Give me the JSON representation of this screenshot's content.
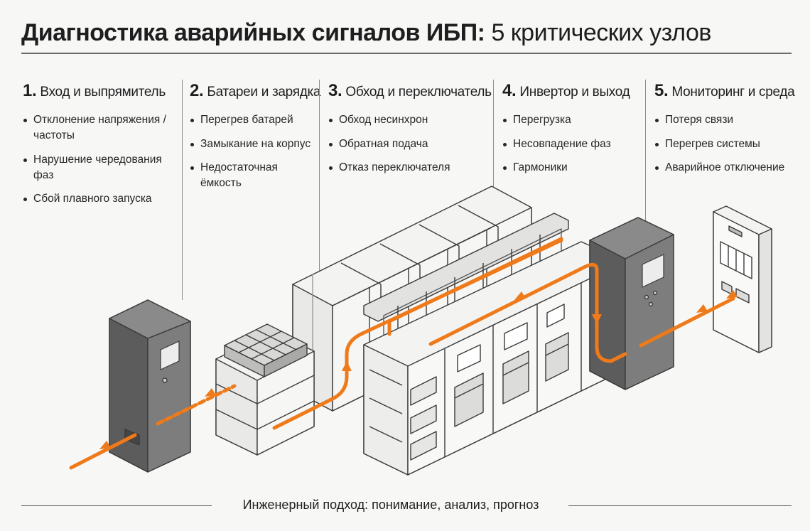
{
  "title": {
    "main": "Диагностика аварийных сигналов ИБП:",
    "secondary": "5 критических узлов"
  },
  "columns": [
    {
      "number": "1.",
      "heading": "Вход и выпрямитель",
      "bullets": [
        "Отклонение напряжения / частоты",
        "Нарушение чередования фаз",
        "Сбой плавного запуска"
      ]
    },
    {
      "number": "2.",
      "heading": "Батареи и зарядка",
      "bullets": [
        "Перегрев батарей",
        "Замыкание на корпус",
        "Недостаточная ёмкость"
      ]
    },
    {
      "number": "3.",
      "heading": "Обход и переключатель",
      "bullets": [
        "Обход несинхрон",
        "Обратная подача",
        "Отказ переключателя"
      ]
    },
    {
      "number": "4.",
      "heading": "Инвертор и выход",
      "bullets": [
        "Перегрузка",
        "Несовпадение фаз",
        "Гармоники"
      ]
    },
    {
      "number": "5.",
      "heading": "Мониторинг и среда",
      "bullets": [
        "Потеря связи",
        "Перегрев системы",
        "Аварийное отключение"
      ]
    }
  ],
  "footer": "Инженерный подход: понимание, анализ, прогноз",
  "colors": {
    "accent": "#ef7a1a",
    "line": "#3a3a3a",
    "cabinet_dark": "#6f6f6f",
    "cabinet_light": "#f3f3f2"
  }
}
